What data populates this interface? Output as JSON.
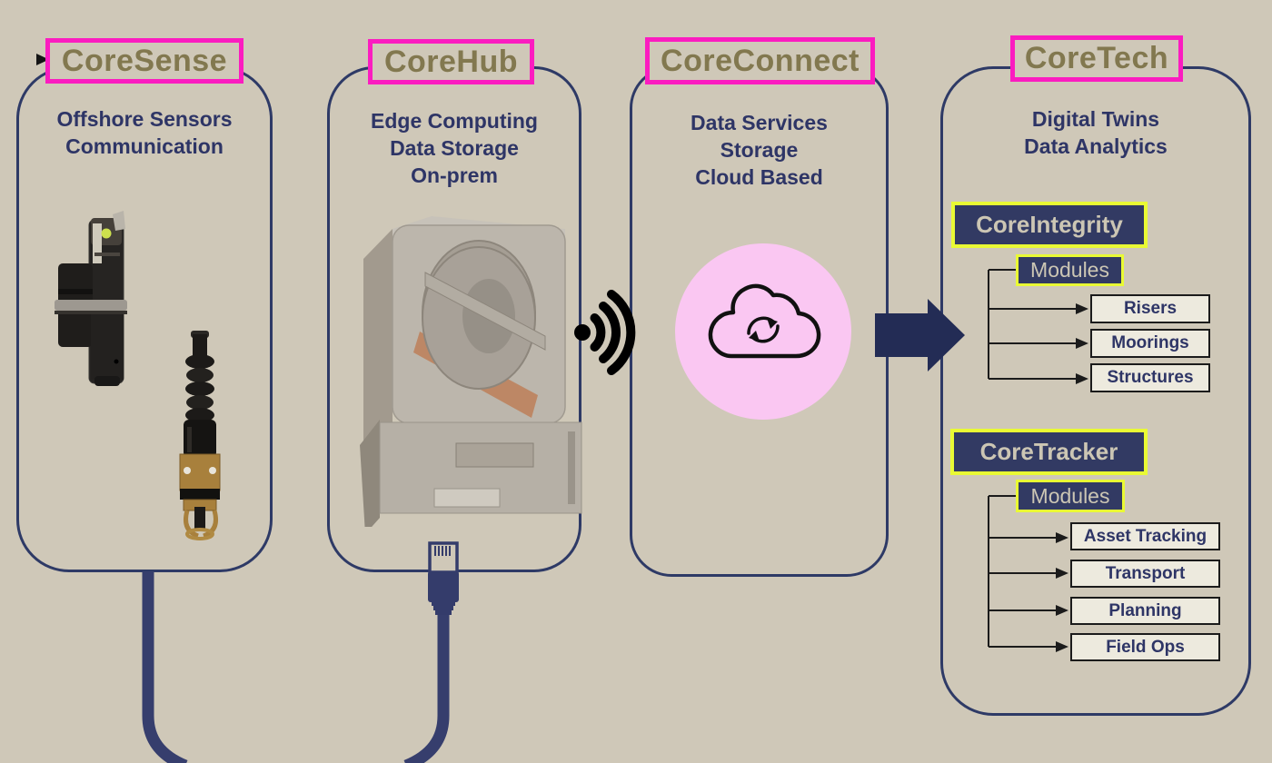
{
  "colors": {
    "background": "#cfc8b8",
    "frame_border": "#2e3a66",
    "heading_text": "#82784f",
    "heading_border": "#fb1cc0",
    "body_text": "#2e3566",
    "product_box_bg": "#323a63",
    "product_box_border": "#e9fa34",
    "product_box_text": "#ccc6b4",
    "module_box_bg": "#edeade",
    "module_box_border": "#1b1b1b",
    "cloud_circle_fill": "#fac7f2",
    "flow_arrow": "#232c55",
    "cable": "#363e6d"
  },
  "columns": [
    {
      "title": "CoreSense",
      "description_lines": [
        "Offshore Sensors",
        "Communication"
      ],
      "media": "subsea-sensor-photos"
    },
    {
      "title": "CoreHub",
      "description_lines": [
        "Edge Computing",
        "Data Storage",
        "On-prem"
      ],
      "media": "edge-hub-device-photo"
    },
    {
      "title": "CoreConnect",
      "description_lines": [
        "Data Services",
        "Storage",
        "Cloud Based"
      ],
      "media": "cloud-sync-icon"
    },
    {
      "title": "CoreTech",
      "description_lines": [
        "Digital Twins",
        "Data Analytics"
      ],
      "products": [
        {
          "name": "CoreIntegrity",
          "modules_label": "Modules",
          "modules": [
            "Risers",
            "Moorings",
            "Structures"
          ]
        },
        {
          "name": "CoreTracker",
          "modules_label": "Modules",
          "modules": [
            "Asset Tracking",
            "Transport",
            "Planning",
            "Field Ops"
          ]
        }
      ]
    }
  ],
  "connectors": {
    "wifi": "wifi-signal-icon",
    "flow_arrow": "block-arrow-right-icon",
    "cloud": "cloud-sync-icon",
    "ethernet": "ethernet-plug-icon",
    "cables": "network-cable"
  }
}
